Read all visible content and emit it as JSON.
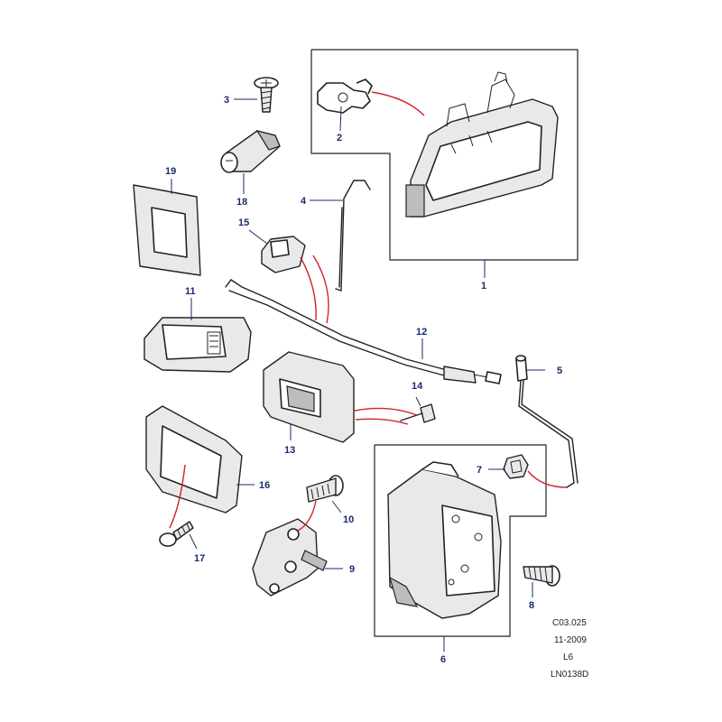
{
  "callouts": {
    "c1": "1",
    "c2": "2",
    "c3": "3",
    "c4": "4",
    "c5": "5",
    "c6": "6",
    "c7": "7",
    "c8": "8",
    "c9": "9",
    "c10": "10",
    "c11": "11",
    "c12": "12",
    "c13": "13",
    "c14": "14",
    "c15": "15",
    "c16": "16",
    "c17": "17",
    "c18": "18",
    "c19": "19"
  },
  "footer": {
    "code": "C03.025",
    "date": "11-2009",
    "model": "L6",
    "ref": "LN0138D"
  }
}
